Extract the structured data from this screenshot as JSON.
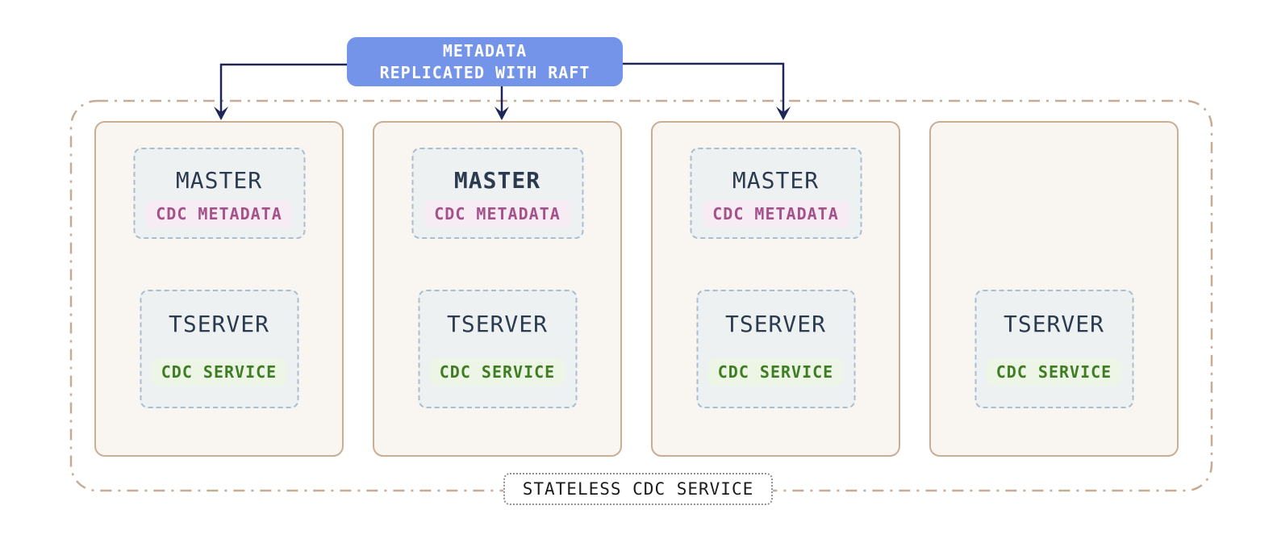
{
  "raft_box": {
    "line1": "METADATA",
    "line2": "REPLICATED WITH RAFT"
  },
  "boundary_label": "STATELESS CDC SERVICE",
  "nodes": [
    {
      "master_title": "MASTER",
      "master_badge": "CDC METADATA",
      "tserver_title": "TSERVER",
      "tserver_badge": "CDC SERVICE"
    },
    {
      "master_title": "MASTER",
      "master_badge": "CDC METADATA",
      "tserver_title": "TSERVER",
      "tserver_badge": "CDC SERVICE"
    },
    {
      "master_title": "MASTER",
      "master_badge": "CDC METADATA",
      "tserver_title": "TSERVER",
      "tserver_badge": "CDC SERVICE"
    },
    {
      "tserver_title": "TSERVER",
      "tserver_badge": "CDC SERVICE"
    }
  ],
  "colors": {
    "raft_box_blue": "#7394E9",
    "arrow_navy": "#1E2658",
    "node_border_tan": "#C9AE93",
    "node_background": "#F9F6F1",
    "inner_box_background": "#EDF1F2",
    "inner_box_border": "#A9BECF",
    "title_text": "#2C3A50",
    "metadata_badge_text": "#A3528A",
    "metadata_badge_background": "#F8ECF4",
    "service_badge_text": "#3F7D23",
    "service_badge_background": "#EDF5E7",
    "boundary_dashdot_tan": "#C7AC95"
  }
}
